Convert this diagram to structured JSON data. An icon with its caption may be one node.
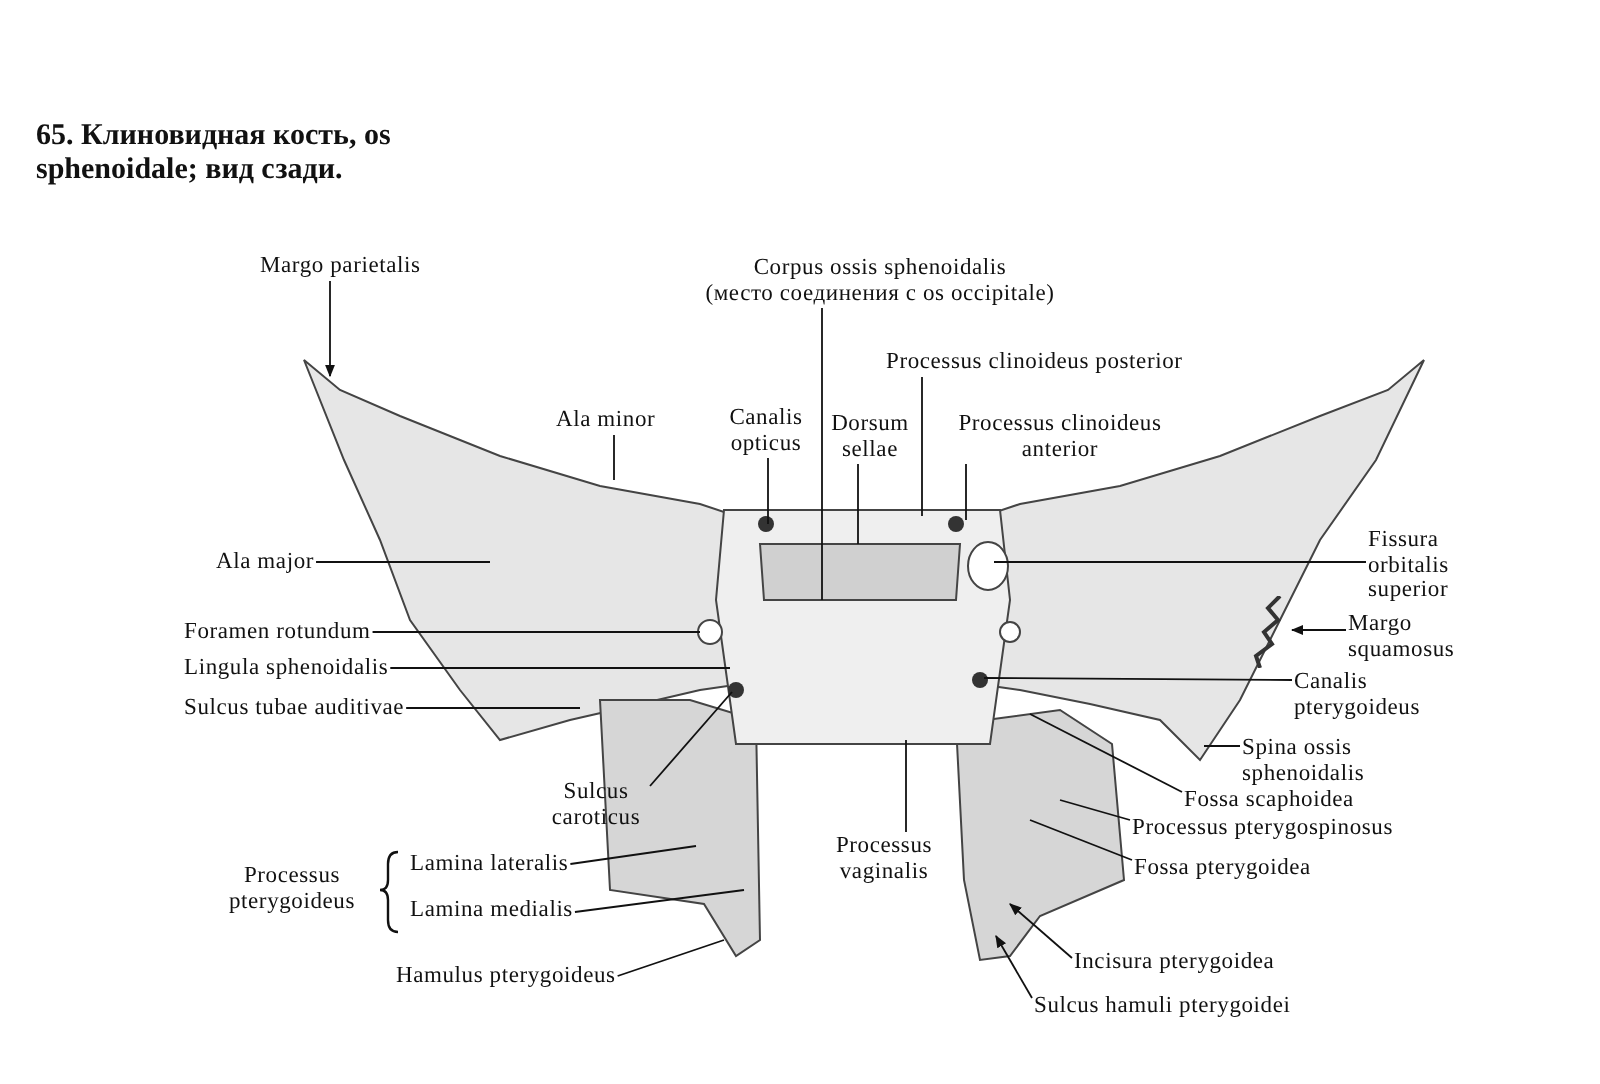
{
  "diagram": {
    "title": "65. Клиновидная кость, os sphenoidale; вид сзади.",
    "nodes": [
      {
        "text": [
          "Margo parietalis"
        ]
      },
      {
        "text": [
          "Corpus ossis sphenoidalis",
          "(место соединения с os occipitale)"
        ]
      },
      {
        "text": [
          "Processus clinoideus posterior"
        ]
      },
      {
        "text": [
          "Ala minor"
        ]
      },
      {
        "text": [
          "Canalis opticus"
        ]
      },
      {
        "text": [
          "Dorsum sellae"
        ]
      },
      {
        "text": [
          "Processus clinoideus anterior"
        ]
      },
      {
        "text": [
          "Ala major"
        ]
      },
      {
        "text": [
          "Fissura orbitalis superior"
        ]
      },
      {
        "text": [
          "Foramen rotundum"
        ]
      },
      {
        "text": [
          "Margo squamosus"
        ]
      },
      {
        "text": [
          "Lingula sphenoidalis"
        ]
      },
      {
        "text": [
          "Canalis pterygoideus"
        ]
      },
      {
        "text": [
          "Sulcus tubae auditivae"
        ]
      },
      {
        "text": [
          "Sulcus caroticus"
        ]
      },
      {
        "text": [
          "Spina ossis sphenoidalis"
        ]
      },
      {
        "text": [
          "Fossa scaphoidea"
        ]
      },
      {
        "text": [
          "Processus vaginalis"
        ]
      },
      {
        "text": [
          "Processus pterygospinosus"
        ]
      },
      {
        "text": [
          "Fossa pterygoidea"
        ]
      },
      {
        "text": [
          "Lamina lateralis"
        ]
      },
      {
        "text": [
          "Lamina medialis"
        ]
      },
      {
        "text": [
          "Hamulus pterygoideus"
        ]
      },
      {
        "text": [
          "Incisura pterygoidea"
        ]
      },
      {
        "text": [
          "Sulcus hamuli pterygoidei"
        ]
      },
      {
        "text": [],
        "shape": "bar"
      }
    ],
    "edges": [
      {
        "from": 0,
        "to": null,
        "arrow": "to"
      },
      {
        "from": 1,
        "to": null,
        "arrow": "none"
      },
      {
        "from": 2,
        "to": null,
        "arrow": "none"
      },
      {
        "from": 3,
        "to": null,
        "arrow": "none"
      },
      {
        "from": 4,
        "to": null,
        "arrow": "none"
      },
      {
        "from": 5,
        "to": null,
        "arrow": "none"
      },
      {
        "from": 6,
        "to": null,
        "arrow": "none"
      },
      {
        "from": 7,
        "to": null,
        "arrow": "none"
      },
      {
        "from": 8,
        "to": null,
        "arrow": "none"
      },
      {
        "from": 9,
        "to": null,
        "arrow": "none"
      },
      {
        "from": 10,
        "to": 25,
        "arrow": "to"
      },
      {
        "from": 11,
        "to": null,
        "arrow": "none"
      },
      {
        "from": 12,
        "to": null,
        "arrow": "none"
      },
      {
        "from": 13,
        "to": null,
        "arrow": "none"
      },
      {
        "from": 14,
        "to": null,
        "arrow": "none"
      },
      {
        "from": 15,
        "to": null,
        "arrow": "none"
      },
      {
        "from": 16,
        "to": null,
        "arrow": "none"
      },
      {
        "from": 17,
        "to": null,
        "arrow": "none"
      },
      {
        "from": 18,
        "to": null,
        "arrow": "none"
      },
      {
        "from": 19,
        "to": null,
        "arrow": "none"
      },
      {
        "from": 20,
        "to": null,
        "arrow": "none"
      },
      {
        "from": 21,
        "to": null,
        "arrow": "none"
      },
      {
        "from": 22,
        "to": null,
        "arrow": "none"
      },
      {
        "from": 23,
        "to": null,
        "arrow": "to"
      },
      {
        "from": 24,
        "to": null,
        "arrow": "to"
      }
    ],
    "labels": [
      "Processus pterygoideus"
    ]
  }
}
